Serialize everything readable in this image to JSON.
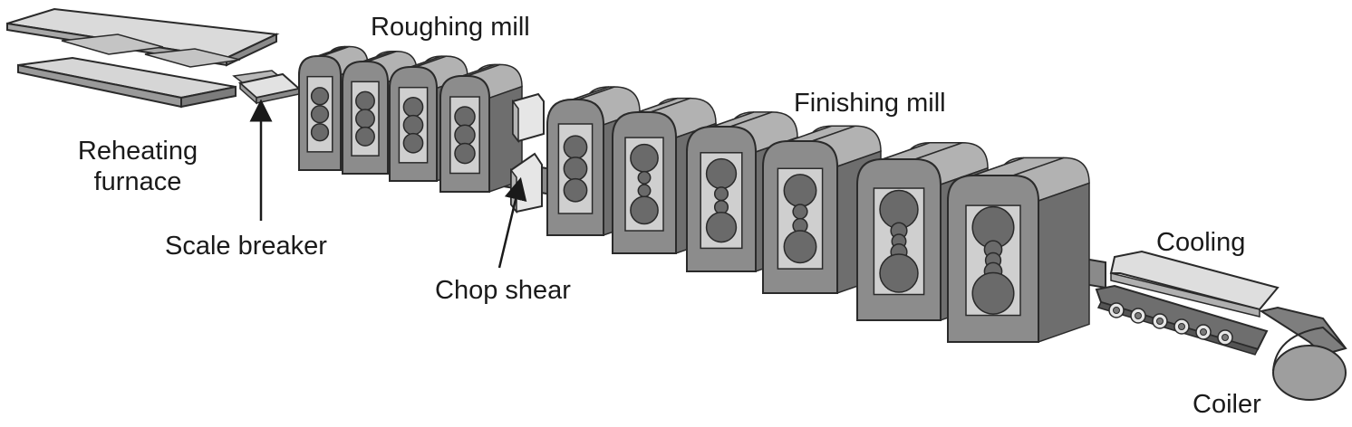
{
  "labels": {
    "reheating_furnace_line1": "Reheating",
    "reheating_furnace_line2": "furnace",
    "scale_breaker": "Scale breaker",
    "roughing_mill": "Roughing mill",
    "chop_shear": "Chop shear",
    "finishing_mill": "Finishing mill",
    "cooling": "Cooling",
    "coiler": "Coiler"
  },
  "colors": {
    "housing_face": "#8c8c8c",
    "housing_top": "#b2b2b2",
    "housing_side": "#6e6e6e",
    "roll": "#6a6a6a",
    "strip": "#7a7a7a",
    "light_part": "#d8d8d8",
    "outline": "#2a2a2a",
    "text": "#1a1a1a"
  }
}
